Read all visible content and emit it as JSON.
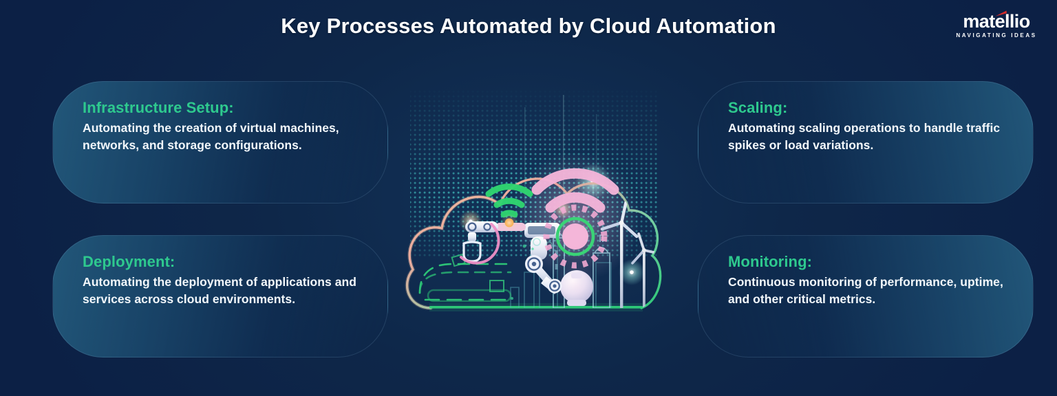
{
  "header": {
    "title": "Key Processes Automated by Cloud Automation"
  },
  "logo": {
    "brand": "matellio",
    "tagline": "NAVIGATING IDEAS",
    "accent_color": "#d42a2a"
  },
  "theme": {
    "background": "#0d2349",
    "card_fill": "#215a7e",
    "heading_green": "#2ec98e",
    "body_text": "#f2f7fb",
    "illustration_pink": "#f3b4d8",
    "illustration_green": "#35d07f",
    "illustration_peach": "#f6c09a",
    "illustration_cyan": "#4fd8d0"
  },
  "cards": [
    {
      "title": "Infrastructure Setup:",
      "body": "Automating the creation of virtual machines, networks, and storage configurations.",
      "side": "left"
    },
    {
      "title": "Deployment:",
      "body": "Automating the deployment of applications and services across cloud environments.",
      "side": "left"
    },
    {
      "title": "Scaling:",
      "body": "Automating scaling operations to handle traffic spikes or load variations.",
      "side": "right"
    },
    {
      "title": "Monitoring:",
      "body": "Continuous monitoring of performance, uptime, and other critical metrics.",
      "side": "right"
    }
  ],
  "illustration": {
    "name": "cloud-automation-illustration",
    "elements": [
      "cloud-outline",
      "dot-matrix-field",
      "wifi-signal-pink",
      "wifi-signal-green",
      "dashed-ring",
      "robotic-arm",
      "robot-gripper",
      "conveyor-belt",
      "wind-turbine",
      "storage-tank",
      "spherical-vessel"
    ]
  }
}
